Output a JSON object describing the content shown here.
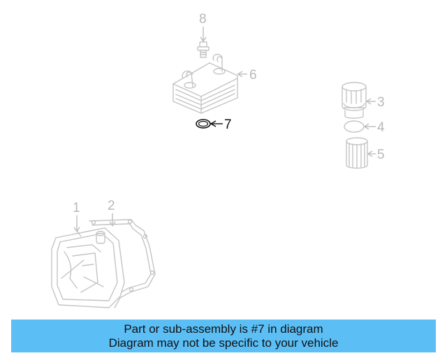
{
  "callouts": {
    "part_1": "1",
    "part_2": "2",
    "part_3": "3",
    "part_4": "4",
    "part_5": "5",
    "part_6": "6",
    "part_7": "7",
    "part_8": "8"
  },
  "highlighted_part": "7",
  "colors": {
    "banner_background": "#5bbef5",
    "highlight": "#111111",
    "faded_parts": "#c4c4c4"
  },
  "banner": {
    "line1": "Part or sub-assembly is #7 in diagram",
    "line2": "Diagram may not be specific to your vehicle"
  }
}
